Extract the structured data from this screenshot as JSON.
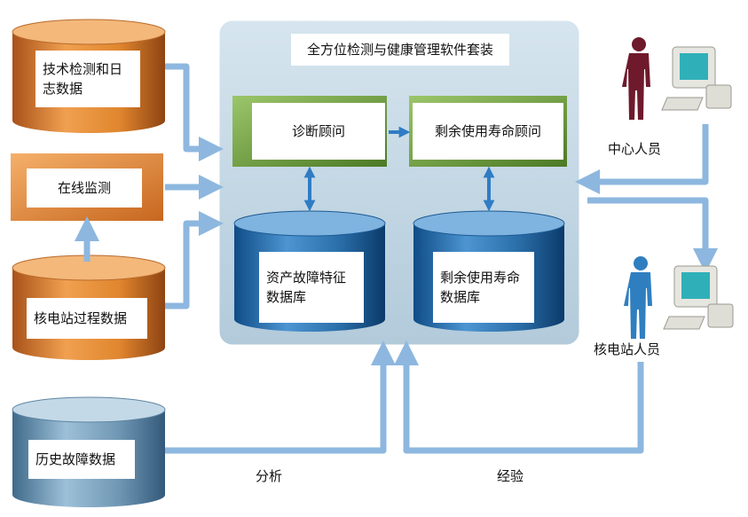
{
  "colors": {
    "arrow": "#8db7df",
    "container": "#c3d8e6",
    "orange": "#d97a2b",
    "blue_db": "#2a6ea8",
    "steel_db": "#7aa2be",
    "green_box": "#6a9a3c",
    "staff_center": "#6e1a2c",
    "staff_station": "#2f7fc0"
  },
  "sources": {
    "tech_log": "技术检测和日志数据",
    "online": "在线监测",
    "process": "核电站过程数据",
    "history": "历史故障数据"
  },
  "suite": {
    "title": "全方位检测与健康管理软件套装",
    "diagnosis": "诊断顾问",
    "rul_advisor": "剩余使用寿命顾问",
    "fault_db": "资产故障特征数据库",
    "rul_db": "剩余使用寿命数据库"
  },
  "people": {
    "center": "中心人员",
    "station": "核电站人员"
  },
  "flows": {
    "analysis": "分析",
    "experience": "经验"
  }
}
